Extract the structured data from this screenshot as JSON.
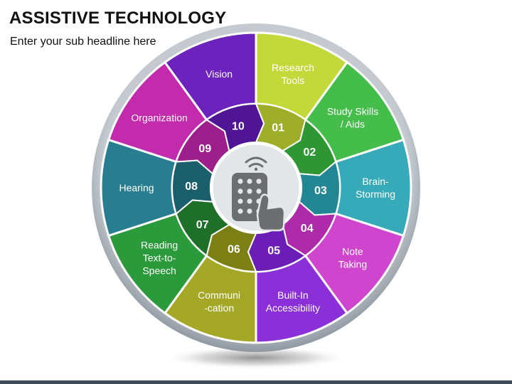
{
  "title": "ASSISTIVE TECHNOLOGY",
  "subtitle": "Enter your sub headline here",
  "wheel": {
    "segments": [
      {
        "number": "01",
        "label": [
          "Research",
          "Tools"
        ],
        "outer_color": "#c3d93a",
        "inner_color": "#9fae28"
      },
      {
        "number": "02",
        "label": [
          "Study Skills",
          "/ Aids"
        ],
        "outer_color": "#45bd4a",
        "inner_color": "#2e9632"
      },
      {
        "number": "03",
        "label": [
          "Brain-",
          "Storming"
        ],
        "outer_color": "#36aab8",
        "inner_color": "#238793"
      },
      {
        "number": "04",
        "label": [
          "Note",
          "Taking"
        ],
        "outer_color": "#d045cd",
        "inner_color": "#ad2ba8"
      },
      {
        "number": "05",
        "label": [
          "Built-In",
          "Accessibility"
        ],
        "outer_color": "#8b2fd8",
        "inner_color": "#6c1db6"
      },
      {
        "number": "06",
        "label": [
          "Communi",
          "-cation"
        ],
        "outer_color": "#a4a826",
        "inner_color": "#7b7f14"
      },
      {
        "number": "07",
        "label": [
          "Reading",
          "Text-to-",
          "Speech"
        ],
        "outer_color": "#2b9a3a",
        "inner_color": "#1e6f28"
      },
      {
        "number": "08",
        "label": [
          "Hearing"
        ],
        "outer_color": "#287e90",
        "inner_color": "#1b5e6c"
      },
      {
        "number": "09",
        "label": [
          "Organization"
        ],
        "outer_color": "#c32bad",
        "inner_color": "#9c1f8b"
      },
      {
        "number": "10",
        "label": [
          "Vision"
        ],
        "outer_color": "#6c22bc",
        "inner_color": "#4f1595"
      }
    ],
    "ring_color": "#a7afb8",
    "center_color": "#e3e6e9",
    "icon": "remote-control-icon"
  }
}
